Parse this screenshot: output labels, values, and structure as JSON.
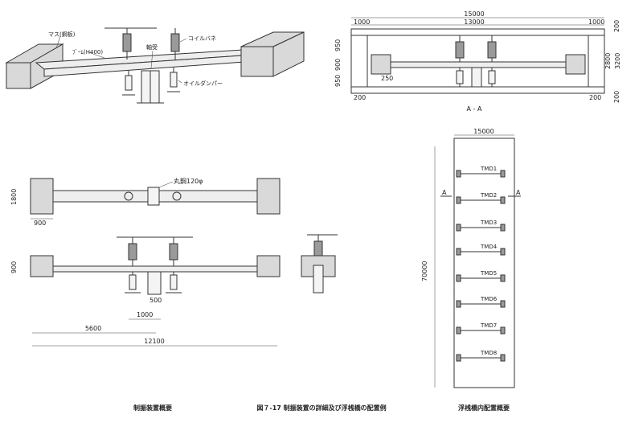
{
  "labels": {
    "mass": "マス(鋼板)",
    "beam": "ﾌﾞｰﾑ(H400)",
    "coil_spring": "コイルバネ",
    "axle_bearing": "軸受",
    "oil_damper": "オイルダンパー",
    "round_steel": "丸鋼120φ",
    "section": "A - A",
    "arrow_a": "A"
  },
  "dimensions": {
    "overall_width": "15000",
    "span_13000": "13000",
    "end_1000": "1000",
    "d200": "200",
    "d950": "950",
    "d900": "900",
    "d3200": "3200",
    "d2800": "2800",
    "d250": "250",
    "d1800": "1800",
    "d500": "500",
    "d5600": "5600",
    "d12100": "12100",
    "d70000": "70000"
  },
  "tmd_labels": [
    "TMD1",
    "TMD2",
    "TMD3",
    "TMD4",
    "TMD5",
    "TMD6",
    "TMD7",
    "TMD8"
  ],
  "captions": {
    "left": "制振装置概要",
    "center": "図７-17 制振装置の詳細及び浮桟橋の配置例",
    "right": "浮桟橋内配置概要"
  }
}
